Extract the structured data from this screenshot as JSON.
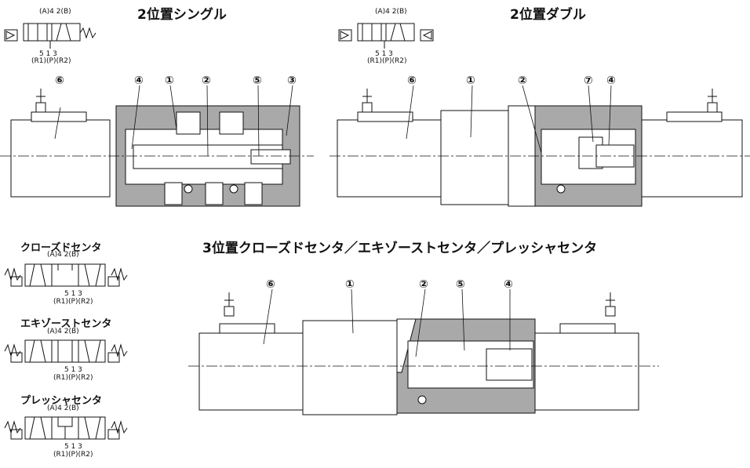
{
  "titles": {
    "single": "2位置シングル",
    "double": "2位置ダブル",
    "three_pos": "3位置クローズドセンタ／エキゾーストセンタ／プレッシャセンタ"
  },
  "symbols": {
    "closed_center": "クローズドセンタ",
    "exhaust_center": "エキゾーストセンタ",
    "pressure_center": "プレッシャセンタ"
  },
  "ports": {
    "top": "(A)4  2(B)",
    "bottom_nums": "5 1 3",
    "bottom_names": "(R1)(P)(R2)"
  },
  "callouts": {
    "single": [
      "⑥",
      "④",
      "①",
      "②",
      "⑤",
      "③"
    ],
    "double": [
      "⑥",
      "①",
      "②",
      "⑦",
      "④"
    ],
    "three": [
      "⑥",
      "①",
      "②",
      "⑤",
      "④"
    ]
  },
  "colors": {
    "section_fill": "#a9a9a9",
    "outline": "#111111"
  }
}
